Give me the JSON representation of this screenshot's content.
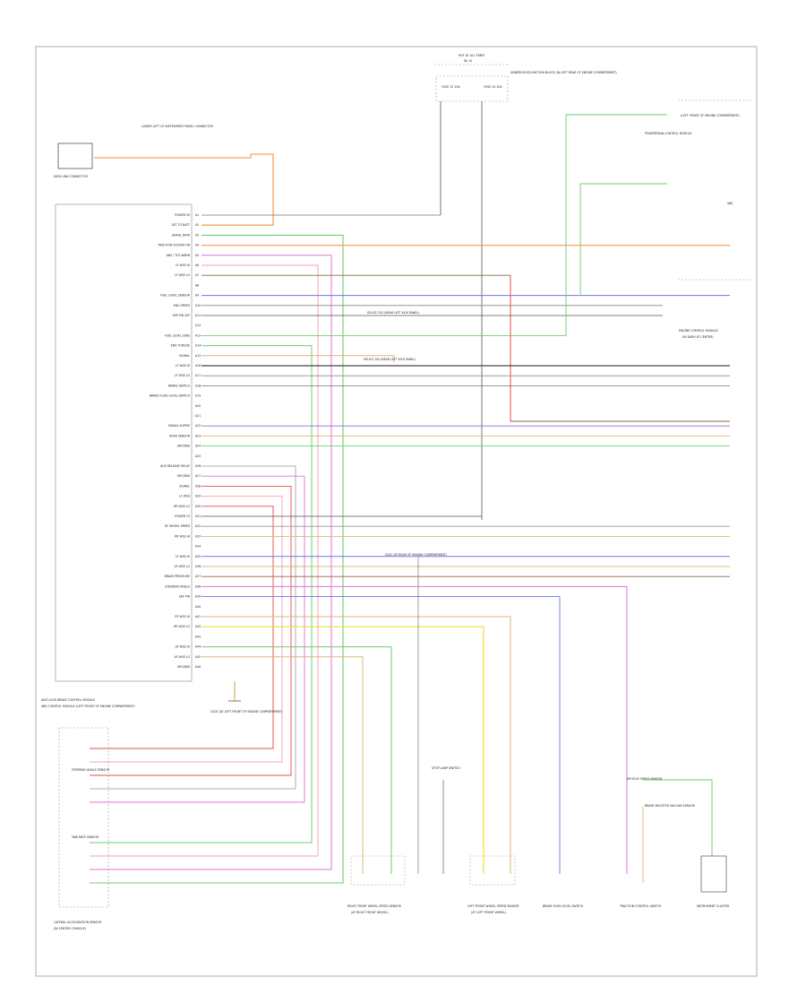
{
  "labels": {
    "hot_at_all_times": "HOT AT ALL TIMES",
    "fuse_left": "FUSE 23 15A",
    "fuse_right": "FUSE 24 10A",
    "fuse_box_desc": "UNDERHOOD JUNCTION BLOCK (IN LEFT REAR OF ENGINE COMPARTMENT)",
    "fuse_num": "W/ 10",
    "diag_conn": "LOWER LEFT OF INSTRUMENT PANEL CONNECTOR",
    "data_link": "DATA LINK CONNECTOR",
    "abs_module": "ANTI-LOCK BRAKE CONTROL MODULE",
    "abs_desc": "ABS CONTROL MODULE (LEFT FRONT OF ENGINE COMPARTMENT)",
    "ground_label": "G103 (AT LEFT FRONT OF ENGINE COMPARTMENT)",
    "steering_sensor": "STEERING ANGLE SENSOR",
    "yaw_sensor": "YAW RATE SENSOR",
    "yaw_desc": "(IN CENTER CONSOLE)",
    "lat_sensor": "LATERAL ACCELERATION SENSOR",
    "rf_wheel_sensor": "RIGHT FRONT WHEEL SPEED SENSOR",
    "rf_desc": "(AT RIGHT FRONT WHEEL)",
    "stop_switch": "STOP LAMP SWITCH",
    "lf_wheel_sensor": "LEFT FRONT WHEEL SPEED SENSOR",
    "lf_desc": "(AT LEFT FRONT WHEEL)",
    "brake_switch": "BRAKE FLUID LEVEL SWITCH",
    "tcs_switch": "TRACTION CONTROL SWITCH",
    "cluster": "INSTRUMENT CLUSTER",
    "cluster_desc": "(IN DASH AT CENTER)",
    "vehicle_speed": "VEHICLE SPEED SENSOR",
    "brake_booster": "BRAKE BOOSTER VACUUM SENSOR",
    "engine_ctrl": "ENGINE CONTROL MODULE",
    "ecm_desc": "(LEFT FRONT OF ENGINE COMPARTMENT)",
    "pcm_label": "POWERTRAIN CONTROL MODULE",
    "splice_1": "SPLICE 203 (NEAR LEFT KICK PANEL)",
    "splice_2": "SPLICE 205 (NEAR LEFT KICK PANEL)",
    "splice_3": "S202 (AT REAR OF ENGINE COMPARTMENT)",
    "corner_tag": "ABS"
  },
  "pins": [
    "POWER 30",
    "SET TO BATT",
    "SERIAL DATA",
    "TRACTION SYSTEM ON",
    "ABS / TCS WARN",
    "LF WSS HI",
    "LF WSS LO",
    "",
    "FUEL LEVEL SENSOR",
    "ENG SPEED",
    "SEE PIN CKT",
    "",
    "FUEL LEVEL SENS",
    "ENG TORQUE",
    "SIGNAL",
    "LF WSS HI",
    "LF WSS LO",
    "BRAKE SWITCH",
    "BRAKE FLUID LEVEL SWITCH",
    "",
    "",
    "SIGNAL SUPPLY",
    "REAR SENSOR",
    "GROUND",
    "",
    "AUX RELEASE RELAY",
    "GROUND",
    "SIGNAL",
    "LF WSS",
    "RR WSS LO",
    "POWER 10",
    "RF WHEEL SPEED",
    "RR WSS HI",
    "",
    "LF WSS HI",
    "LR WSS LO",
    "BRAKE PRESSURE",
    "STEERING ANGLE",
    "SEE PIN",
    "",
    "RF WSS HI",
    "RR WSS LO",
    "",
    "LR WSS HI",
    "LR WSS LO",
    "GROUND"
  ],
  "wire_colors": {
    "orange": "#f7a35c",
    "green": "#6ccf6c",
    "magenta": "#e070d8",
    "pink": "#f5a0b0",
    "red": "#e84a4a",
    "blue": "#6a78e8",
    "yellow": "#e6e62a",
    "tan": "#d8b978",
    "brown": "#8a6a4a",
    "gray": "#9a9a9a",
    "black": "#333333",
    "lightblue": "#8ac8f0",
    "violet": "#9a6ad8"
  }
}
